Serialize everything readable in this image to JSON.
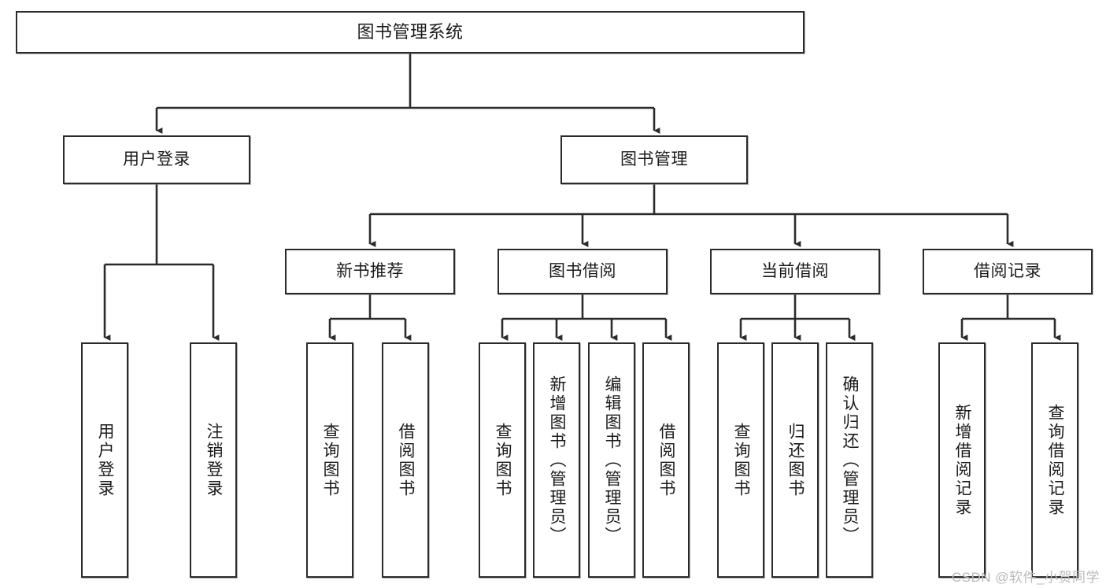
{
  "diagram": {
    "title": "图书管理系统",
    "type": "tree",
    "watermark": "CSDN @软件_小贺同学",
    "colors": {
      "background": "#ffffff",
      "box_border": "#2b2b2b",
      "box_fill": "#ffffff",
      "connector": "#2b2b2b",
      "text": "#1b1b1b",
      "watermark": "#b9b9b9"
    }
  },
  "nodes": {
    "root": {
      "label": "图书管理系统"
    },
    "level1": [
      {
        "label": "用户登录"
      },
      {
        "label": "图书管理"
      }
    ],
    "level2": [
      {
        "label": "新书推荐"
      },
      {
        "label": "图书借阅"
      },
      {
        "label": "当前借阅"
      },
      {
        "label": "借阅记录"
      }
    ],
    "leaves": {
      "user_login": [
        {
          "label": "用户登录"
        },
        {
          "label": "注销登录"
        }
      ],
      "new_book_recommend": [
        {
          "label": "查询图书"
        },
        {
          "label": "借阅图书"
        }
      ],
      "book_borrow": [
        {
          "label": "查询图书"
        },
        {
          "label": "新增图书（管理员）"
        },
        {
          "label": "编辑图书（管理员）"
        },
        {
          "label": "借阅图书"
        }
      ],
      "current_borrow": [
        {
          "label": "查询图书"
        },
        {
          "label": "归还图书"
        },
        {
          "label": "确认归还（管理员）"
        }
      ],
      "borrow_record": [
        {
          "label": "新增借阅记录"
        },
        {
          "label": "查询借阅记录"
        }
      ]
    }
  }
}
